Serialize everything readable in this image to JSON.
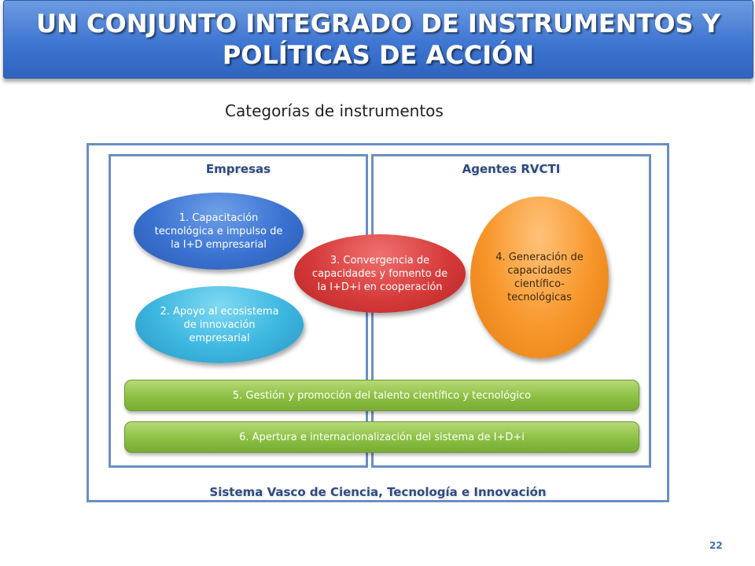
{
  "title": "UN CONJUNTO INTEGRADO DE INSTRUMENTOS Y POLÍTICAS DE ACCIÓN",
  "subtitle": "Categorías de instrumentos",
  "diagram": {
    "system_label": "Sistema Vasco de Ciencia, Tecnología e Innovación",
    "left_panel_label": "Empresas",
    "right_panel_label": "Agentes RVCTI",
    "categories": [
      {
        "text": "1. Capacitación tecnológica e impulso de la I+D empresarial",
        "color": "#3a72d1"
      },
      {
        "text": "2. Apoyo al ecosistema de innovación empresarial",
        "color": "#3cb6e0"
      },
      {
        "text": "3. Convergencia de capacidades y fomento de la I+D+i en cooperación",
        "color": "#d63a3a"
      },
      {
        "text": "4. Generación de capacidades científico-tecnológicas",
        "color": "#f7962a"
      },
      {
        "text": "5. Gestión y promoción del talento científico y tecnológico",
        "color": "#8cc043"
      },
      {
        "text": "6. Apertura e internacionalización del sistema de I+D+i",
        "color": "#8cc043"
      }
    ]
  },
  "page_number": "22"
}
